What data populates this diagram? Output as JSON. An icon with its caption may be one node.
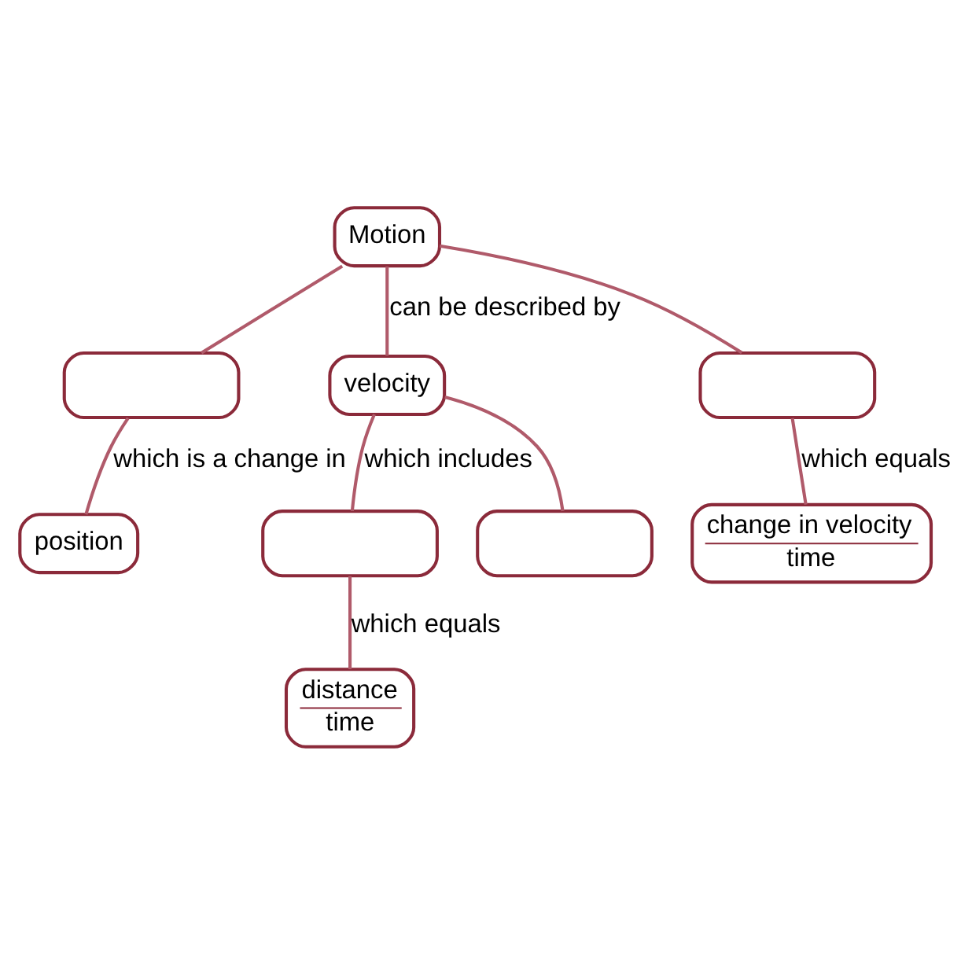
{
  "diagram": {
    "nodes": [
      {
        "text": [
          "Motion"
        ]
      },
      {
        "text": [],
        "shape": "box"
      },
      {
        "text": [
          "velocity"
        ]
      },
      {
        "text": [],
        "shape": "box"
      },
      {
        "text": [
          "position"
        ]
      },
      {
        "text": [],
        "shape": "box"
      },
      {
        "text": [],
        "shape": "box"
      },
      {
        "text": [
          "change in velocity",
          "time"
        ]
      },
      {
        "text": [
          "distance",
          "time"
        ]
      }
    ],
    "edges": [
      {
        "from": 0,
        "to": 1,
        "arrow": "none"
      },
      {
        "from": 0,
        "to": 2,
        "arrow": "none",
        "label": "can be described by"
      },
      {
        "from": 0,
        "to": 3,
        "arrow": "none"
      },
      {
        "from": 1,
        "to": 4,
        "arrow": "none",
        "label": "which is a change in"
      },
      {
        "from": 2,
        "to": 5,
        "arrow": "none",
        "label": "which includes"
      },
      {
        "from": 2,
        "to": 6,
        "arrow": "none"
      },
      {
        "from": 3,
        "to": 7,
        "arrow": "none",
        "label": "which equals"
      },
      {
        "from": 5,
        "to": 8,
        "arrow": "none",
        "label": "which equals"
      }
    ]
  }
}
